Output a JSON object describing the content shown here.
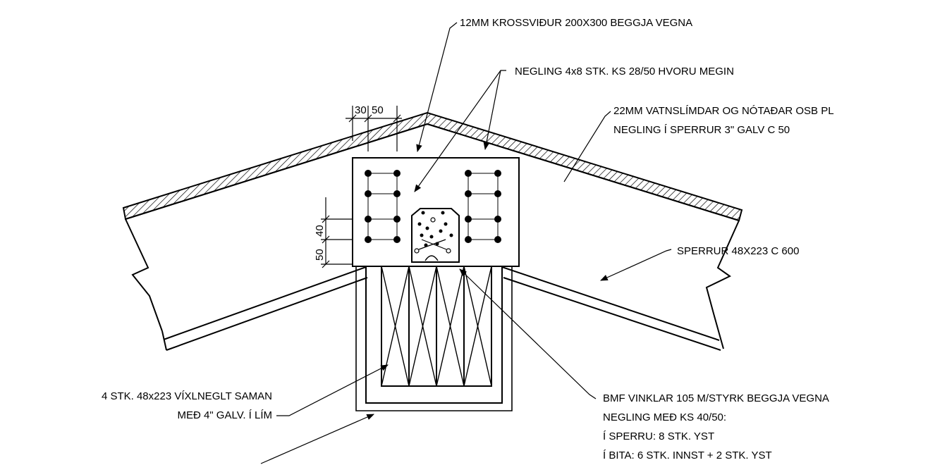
{
  "drawing": {
    "line_color": "#000000",
    "background": "#ffffff",
    "labels": {
      "plywood": "12MM KROSSVIÐUR 200X300 BEGGJA VEGNA",
      "nailing_plates": "NEGLING 4x8 STK. KS 28/50 HVORU MEGIN",
      "osb_line1": "22MM VATNSLÍMDAR OG NÓTAÐAR OSB PL",
      "osb_line2": "NEGLING Í SPERRUR 3\" GALV C 50",
      "rafters": "SPERRUR 48X223 C 600",
      "beam_line1": "4 STK. 48x223 VÍXLNEGLT SAMAN",
      "beam_line2": "MEÐ 4\" GALV. Í LÍM",
      "bmf_line1": "BMF VINKLAR 105 M/STYRK BEGGJA VEGNA",
      "bmf_line2": "NEGLING MEÐ KS 40/50:",
      "bmf_line3": "Í SPERRU: 8 STK. YST",
      "bmf_line4": "Í BITA: 6 STK. INNST + 2 STK. YST"
    },
    "dimensions": {
      "top_left": "30",
      "top_right": "50",
      "side_upper": "40",
      "side_lower": "50"
    }
  }
}
